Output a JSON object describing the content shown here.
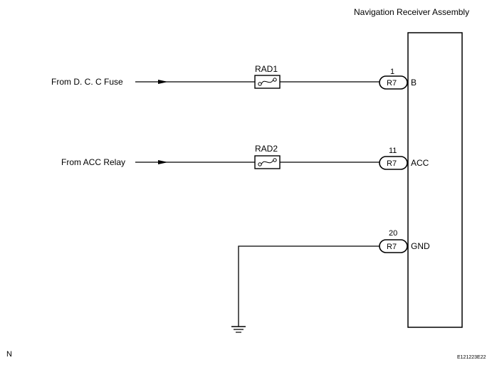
{
  "title": "Navigation Receiver Assembly",
  "inputs": [
    {
      "label": "From D. C. C Fuse",
      "fuse": "RAD1",
      "pin": "1",
      "connector": "R7",
      "terminal": "B"
    },
    {
      "label": "From ACC Relay",
      "fuse": "RAD2",
      "pin": "11",
      "connector": "R7",
      "terminal": "ACC"
    }
  ],
  "ground": {
    "pin": "20",
    "connector": "R7",
    "terminal": "GND"
  },
  "corner_left": "N",
  "corner_right": "E121223E22"
}
